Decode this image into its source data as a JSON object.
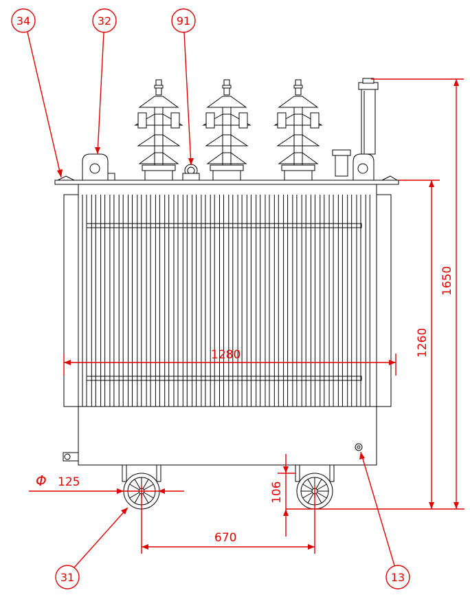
{
  "callouts": {
    "c34": "34",
    "c32": "32",
    "c91": "91",
    "c31": "31",
    "c13": "13"
  },
  "dimensions": {
    "width": "1280",
    "height_tank": "1260",
    "height_total": "1650",
    "wheel_track": "670",
    "wheel_height": "106",
    "wheel_diameter_symbol": "Φ",
    "wheel_diameter": "125"
  },
  "colors": {
    "dimension": "#e00000",
    "outline": "#000000"
  }
}
